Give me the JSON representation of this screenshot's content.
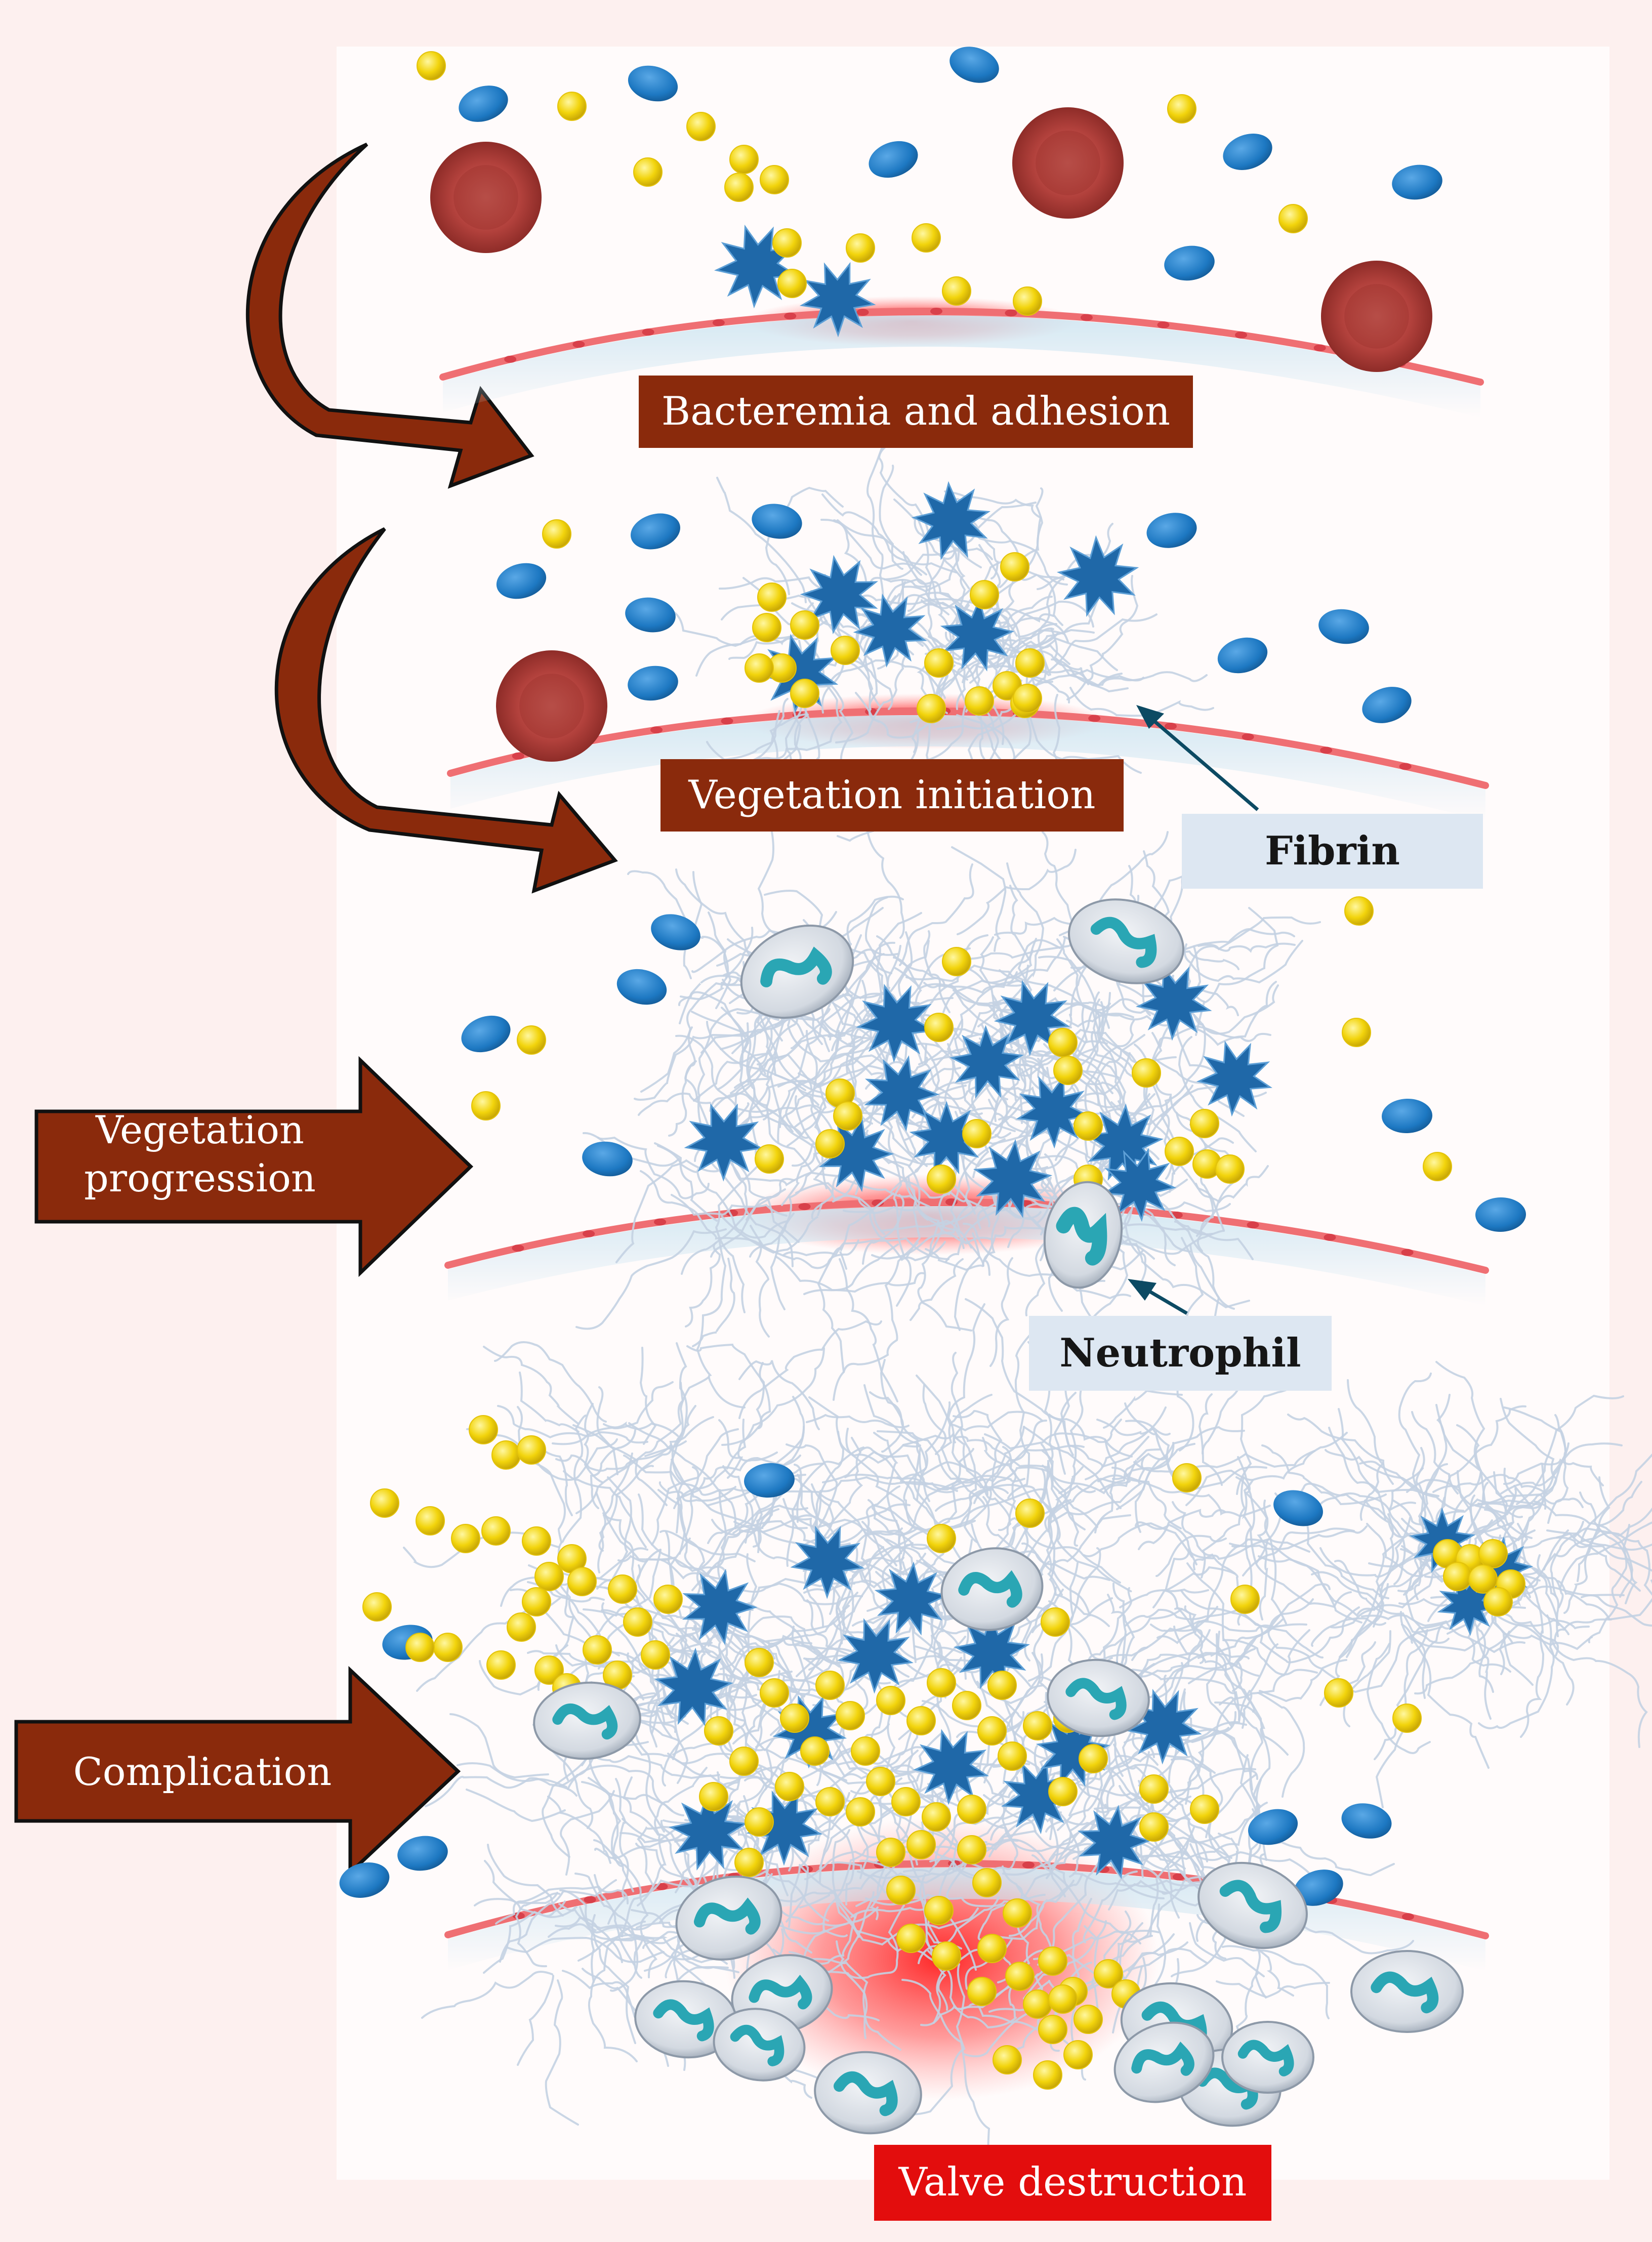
{
  "stages": [
    {
      "label": "Bacteremia and adhesion"
    },
    {
      "label": "Vegetation initiation"
    },
    {
      "label": "Vegetation progression"
    },
    {
      "label": "Complication"
    }
  ],
  "callouts": {
    "fibrin": "Fibrin",
    "neutrophil": "Neutrophil"
  },
  "outcome": "Valve destruction",
  "colors": {
    "arrow": "#8a2a0c",
    "bacteria_star": "#1f68a8",
    "platelet_blue": "#1d78c2",
    "platelet_yellow": "#f2d40c",
    "red_blood_cell": "#b2413c",
    "endothelium": "#ef6f73",
    "lesion": "#ff2a2a",
    "fibrin": "#c4d2e2",
    "neutrophil_cell": "#d8dde4",
    "neutrophil_nucleus": "#2aa6b4",
    "callout_box": "#dde7f2",
    "outcome_box": "#e30d0d"
  }
}
